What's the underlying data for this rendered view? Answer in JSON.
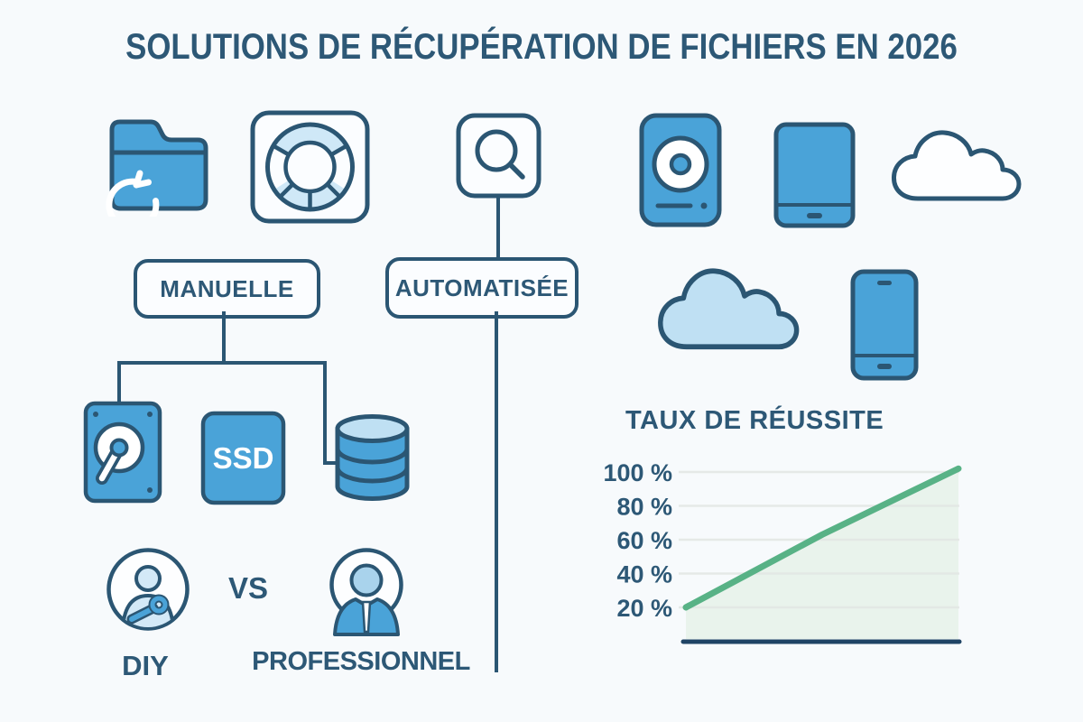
{
  "title": "SOLUTIONS DE RÉCUPÉRATION DE FICHIERS EN 2026",
  "branches": {
    "manual_label": "MANUELLE",
    "automated_label": "AUTOMATISÉE"
  },
  "ssd_label": "SSD",
  "comparison": {
    "left_label": "DIY",
    "versus_label": "VS",
    "right_label": "PROFESSIONNEL"
  },
  "icons": [
    "folder-recovery-icon",
    "lifebuoy-icon",
    "search-icon",
    "external-drive-icon",
    "tablet-icon",
    "cloud-outline-icon",
    "cloud-filled-icon",
    "smartphone-icon",
    "hdd-icon",
    "ssd-icon",
    "database-icon",
    "diy-person-wrench-icon",
    "professional-person-icon"
  ],
  "colors": {
    "background": "#f7fafc",
    "ink": "#2b5673",
    "blue": "#4aa3d8",
    "light_blue": "#bfe0f3",
    "pale_blue": "#d3e9f7",
    "green": "#58b286",
    "green_fill": "#e9f3ec",
    "gridline": "#e2e7e4",
    "axis": "#1f4465"
  },
  "chart_data": {
    "type": "area",
    "title": "TAUX DE RÉUSSITE",
    "x": [
      0,
      50,
      100
    ],
    "values": [
      20,
      63,
      102
    ],
    "y_ticks": [
      100,
      80,
      60,
      40,
      20
    ],
    "y_tick_labels": [
      "100 %",
      "80 %",
      "60 %",
      "40 %",
      "20 %"
    ],
    "ylim": [
      0,
      110
    ],
    "xlabel": "",
    "ylabel": "",
    "x_tick_labels": [],
    "grid": true,
    "legend": "none",
    "line_color": "#58b286",
    "fill_color": "#e9f3ec"
  }
}
